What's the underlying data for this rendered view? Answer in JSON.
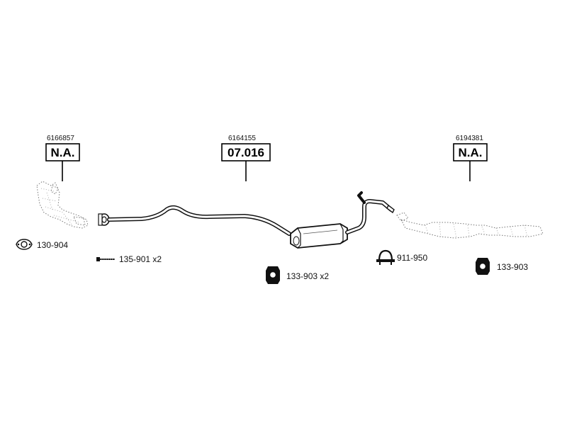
{
  "components": [
    {
      "ref": "6166857",
      "code": "N.A."
    },
    {
      "ref": "6164155",
      "code": "07.016"
    },
    {
      "ref": "6194381",
      "code": "N.A."
    }
  ],
  "parts": [
    {
      "label": "130-904",
      "icon": "gasket-icon"
    },
    {
      "label": "135-901 x2",
      "icon": "bolt-icon"
    },
    {
      "label": "133-903 x2",
      "icon": "rubber-mount-icon"
    },
    {
      "label": "911-950",
      "icon": "clamp-icon"
    },
    {
      "label": "133-903",
      "icon": "rubber-mount-icon"
    }
  ]
}
